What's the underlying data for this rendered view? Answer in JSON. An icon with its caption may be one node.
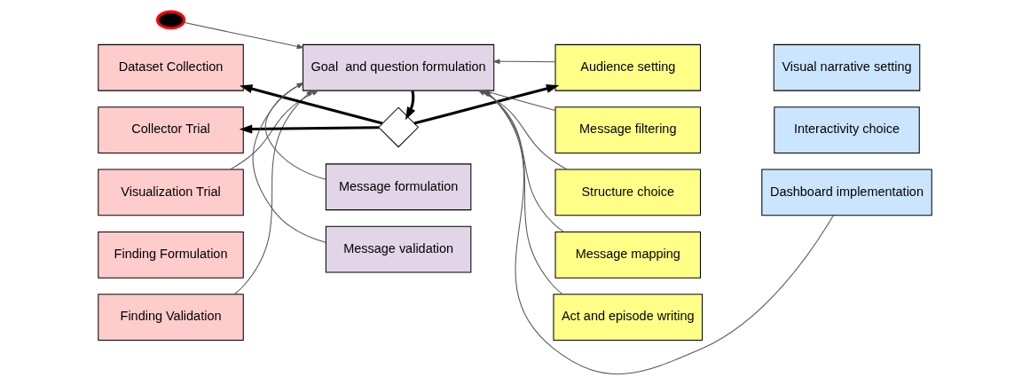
{
  "diagram": {
    "nodes": [
      {
        "text": [],
        "shape": "circle"
      },
      {
        "text": [
          "Dataset Collection"
        ]
      },
      {
        "text": [
          "Collector Trial"
        ]
      },
      {
        "text": [
          "Visualization Trial"
        ]
      },
      {
        "text": [
          "Finding Formulation"
        ]
      },
      {
        "text": [
          "Finding Validation"
        ]
      },
      {
        "text": [
          "Goal  and question formulation"
        ]
      },
      {
        "text": [],
        "shape": "diamond"
      },
      {
        "text": [
          "Message formulation"
        ]
      },
      {
        "text": [
          "Message validation"
        ]
      },
      {
        "text": [
          "Audience setting"
        ]
      },
      {
        "text": [
          "Message filtering"
        ]
      },
      {
        "text": [
          "Structure choice"
        ]
      },
      {
        "text": [
          "Message mapping"
        ]
      },
      {
        "text": [
          "Act and episode writing"
        ]
      },
      {
        "text": [
          "Visual narrative setting"
        ]
      },
      {
        "text": [
          "Interactivity choice"
        ]
      },
      {
        "text": [
          "Dashboard implementation"
        ]
      }
    ],
    "edges": [
      {
        "from": 0,
        "to": 6,
        "arrow": "to"
      },
      {
        "from": 6,
        "to": 7,
        "arrow": "to",
        "style": "thick"
      },
      {
        "from": 7,
        "to": 1,
        "arrow": "to",
        "style": "thick"
      },
      {
        "from": 7,
        "to": 2,
        "arrow": "to",
        "style": "thick"
      },
      {
        "from": 7,
        "to": 10,
        "arrow": "to",
        "style": "thick"
      },
      {
        "from": 3,
        "to": 6,
        "arrow": "to"
      },
      {
        "from": 5,
        "to": 6,
        "arrow": "to"
      },
      {
        "from": 8,
        "to": 6,
        "arrow": "to"
      },
      {
        "from": 9,
        "to": 6,
        "arrow": "to"
      },
      {
        "from": 10,
        "to": 6,
        "arrow": "to"
      },
      {
        "from": 11,
        "to": 6,
        "arrow": "to"
      },
      {
        "from": 12,
        "to": 6,
        "arrow": "to"
      },
      {
        "from": 13,
        "to": 6,
        "arrow": "to"
      },
      {
        "from": 14,
        "to": 6,
        "arrow": "to"
      },
      {
        "from": 17,
        "to": 6,
        "arrow": "to"
      }
    ]
  }
}
